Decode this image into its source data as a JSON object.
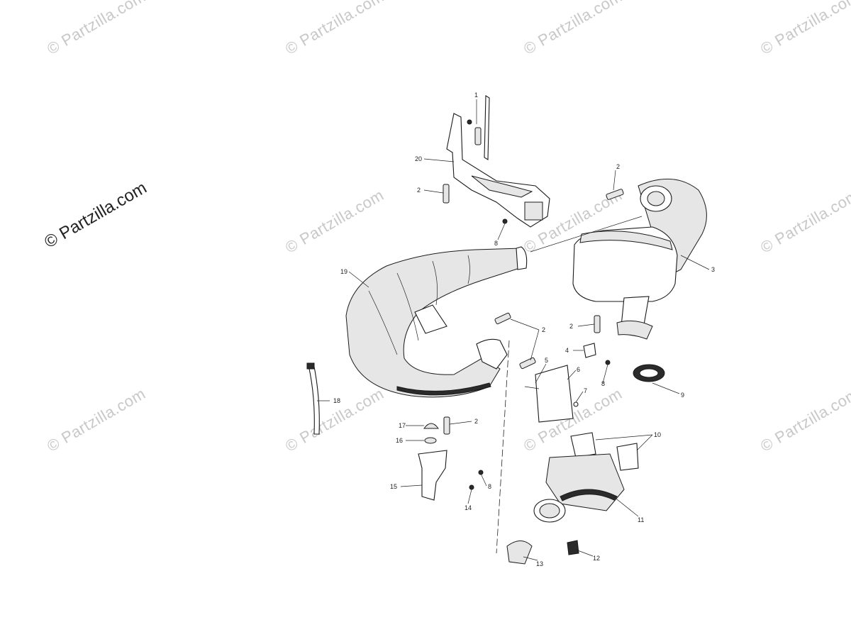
{
  "watermark": "© Partzilla.com",
  "copyright_notice": "© Partzilla.com",
  "callouts": {
    "c1": "1",
    "c2a": "2",
    "c2b": "2",
    "c2c": "2",
    "c2d": "2",
    "c2e": "2",
    "c3": "3",
    "c4": "4",
    "c5": "5",
    "c6": "6",
    "c7": "7",
    "c8a": "8",
    "c8b": "8",
    "c8c": "8",
    "c9": "9",
    "c10": "10",
    "c11": "11",
    "c12": "12",
    "c13": "13",
    "c14": "14",
    "c15": "15",
    "c16": "16",
    "c17": "17",
    "c18": "18",
    "c19": "19",
    "c20": "20"
  },
  "icons": [
    "partzilla-watermark"
  ]
}
